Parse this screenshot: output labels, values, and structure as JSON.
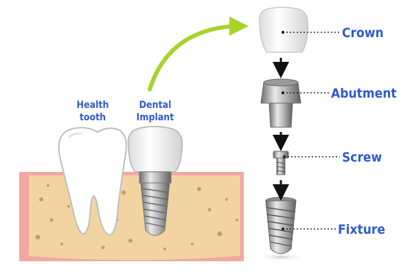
{
  "left_labels": {
    "healthy_line1": "Health",
    "healthy_line2": "tooth",
    "implant_line1": "Dental",
    "implant_line2": "Implant"
  },
  "parts": {
    "crown": "Crown",
    "abutment": "Abutment",
    "screw": "Screw",
    "fixture": "Fixture"
  },
  "colors": {
    "label": "#2f5bd0",
    "gum_pink": "#f2a7a3",
    "bone": "#f2d3a2",
    "bone_spots": "#c99a66",
    "tooth": "#ffffff",
    "metal": "#a8a8a8",
    "curve_arrow": "#a8d32a",
    "leader": "#222222"
  }
}
